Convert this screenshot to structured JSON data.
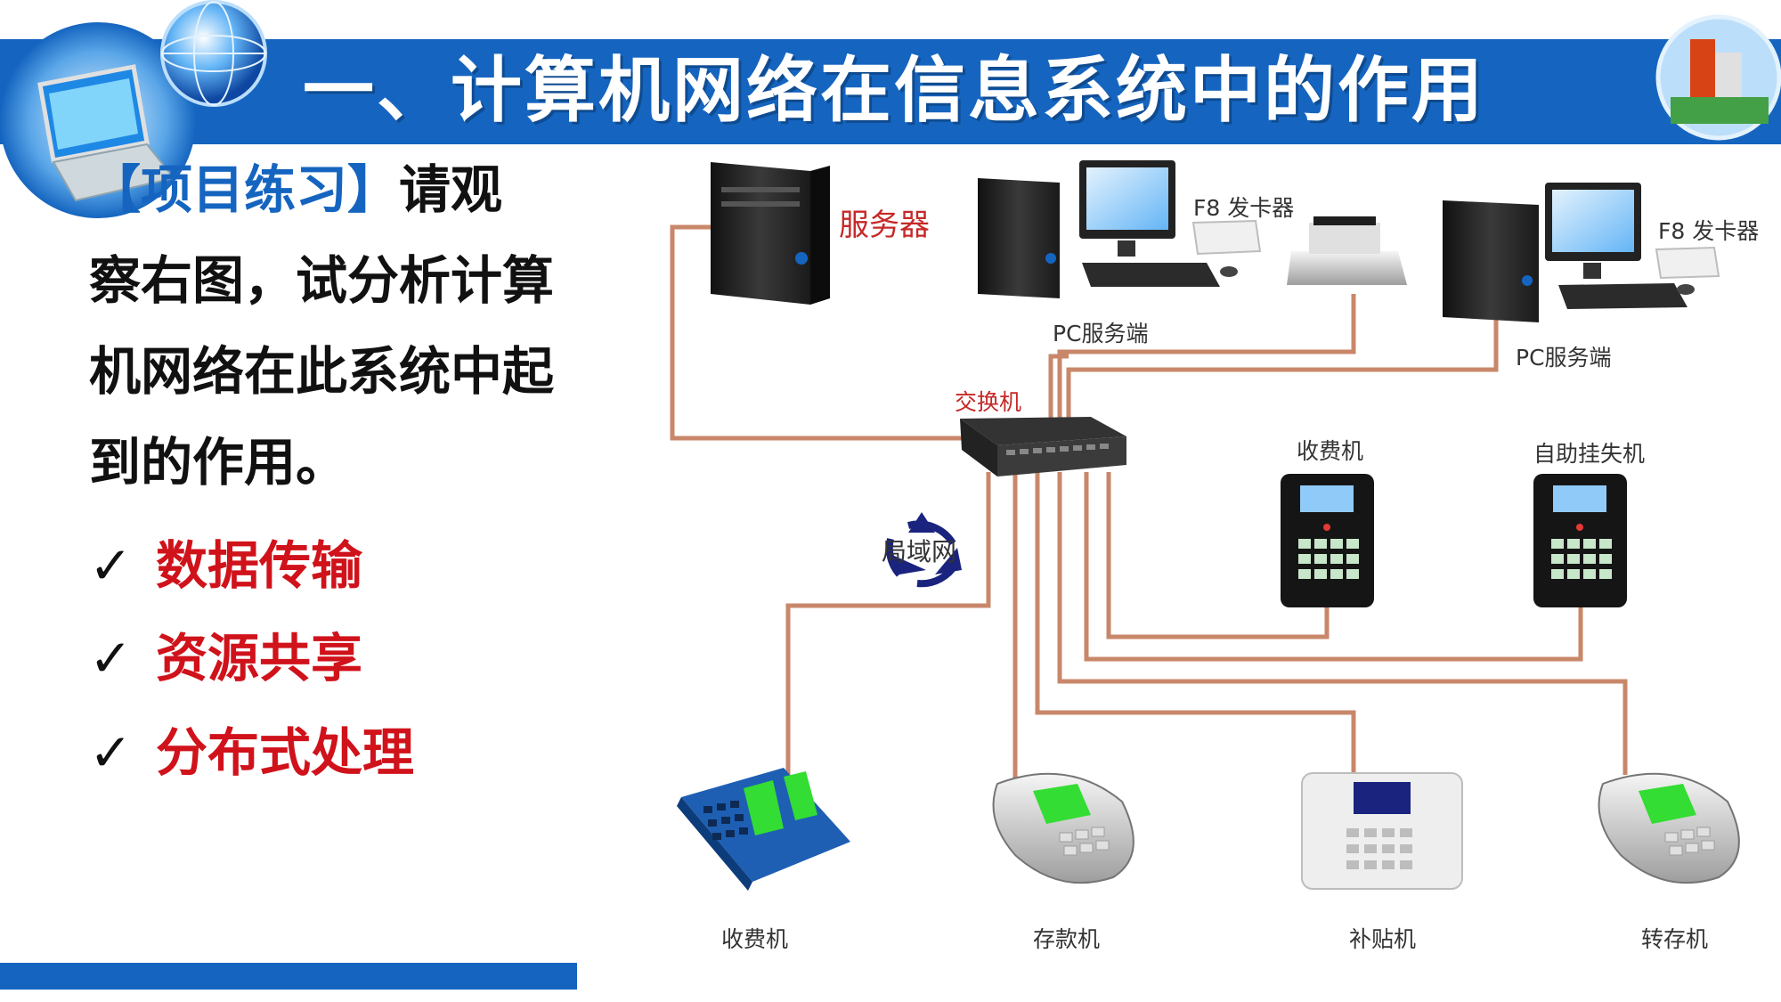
{
  "header": {
    "title": "一、计算机网络在信息系统中的作用"
  },
  "intro": {
    "bracket": "【项目练习】",
    "line1_rest": "请观",
    "line2": "察右图，试分析计算",
    "line3": "机网络在此系统中起",
    "line4": "到的作用。"
  },
  "bullets": [
    {
      "check": "✓",
      "text": "数据传输"
    },
    {
      "check": "✓",
      "text": "资源共享"
    },
    {
      "check": "✓",
      "text": "分布式处理"
    }
  ],
  "diagram": {
    "server": "服务器",
    "switch": "交换机",
    "lan": "局域网",
    "pc_server_1": "PC服务端",
    "pc_server_2": "PC服务端",
    "card_issuer_1": "F8  发卡器",
    "card_issuer_2": "F8  发卡器",
    "charge_machine_top": "收费机",
    "self_service": "自助挂失机",
    "charge_machine_bottom": "收费机",
    "deposit": "存款机",
    "subsidy": "补贴机",
    "transfer": "转存机"
  },
  "colors": {
    "brand_blue": "#1565c0",
    "bullet_red": "#d0121b",
    "cable": "#c9876a"
  }
}
